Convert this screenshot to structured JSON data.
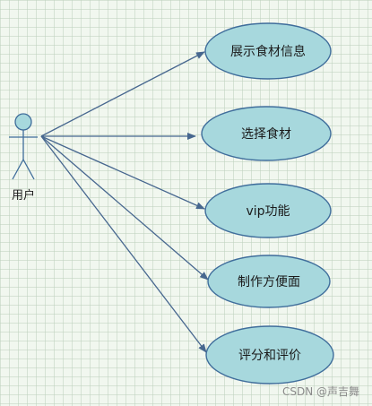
{
  "colors": {
    "ellipse_fill": "#a7d8dd",
    "ellipse_stroke": "#3f6d9b",
    "line_color": "#47678f",
    "actor_fill": "#a7d8dd"
  },
  "actor": {
    "label": "用户"
  },
  "use_cases": [
    {
      "label": "展示食材信息"
    },
    {
      "label": "选择食材"
    },
    {
      "label": "vip功能"
    },
    {
      "label": "制作方便面"
    },
    {
      "label": "评分和评价"
    }
  ],
  "watermark": "CSDN @声吉舞"
}
